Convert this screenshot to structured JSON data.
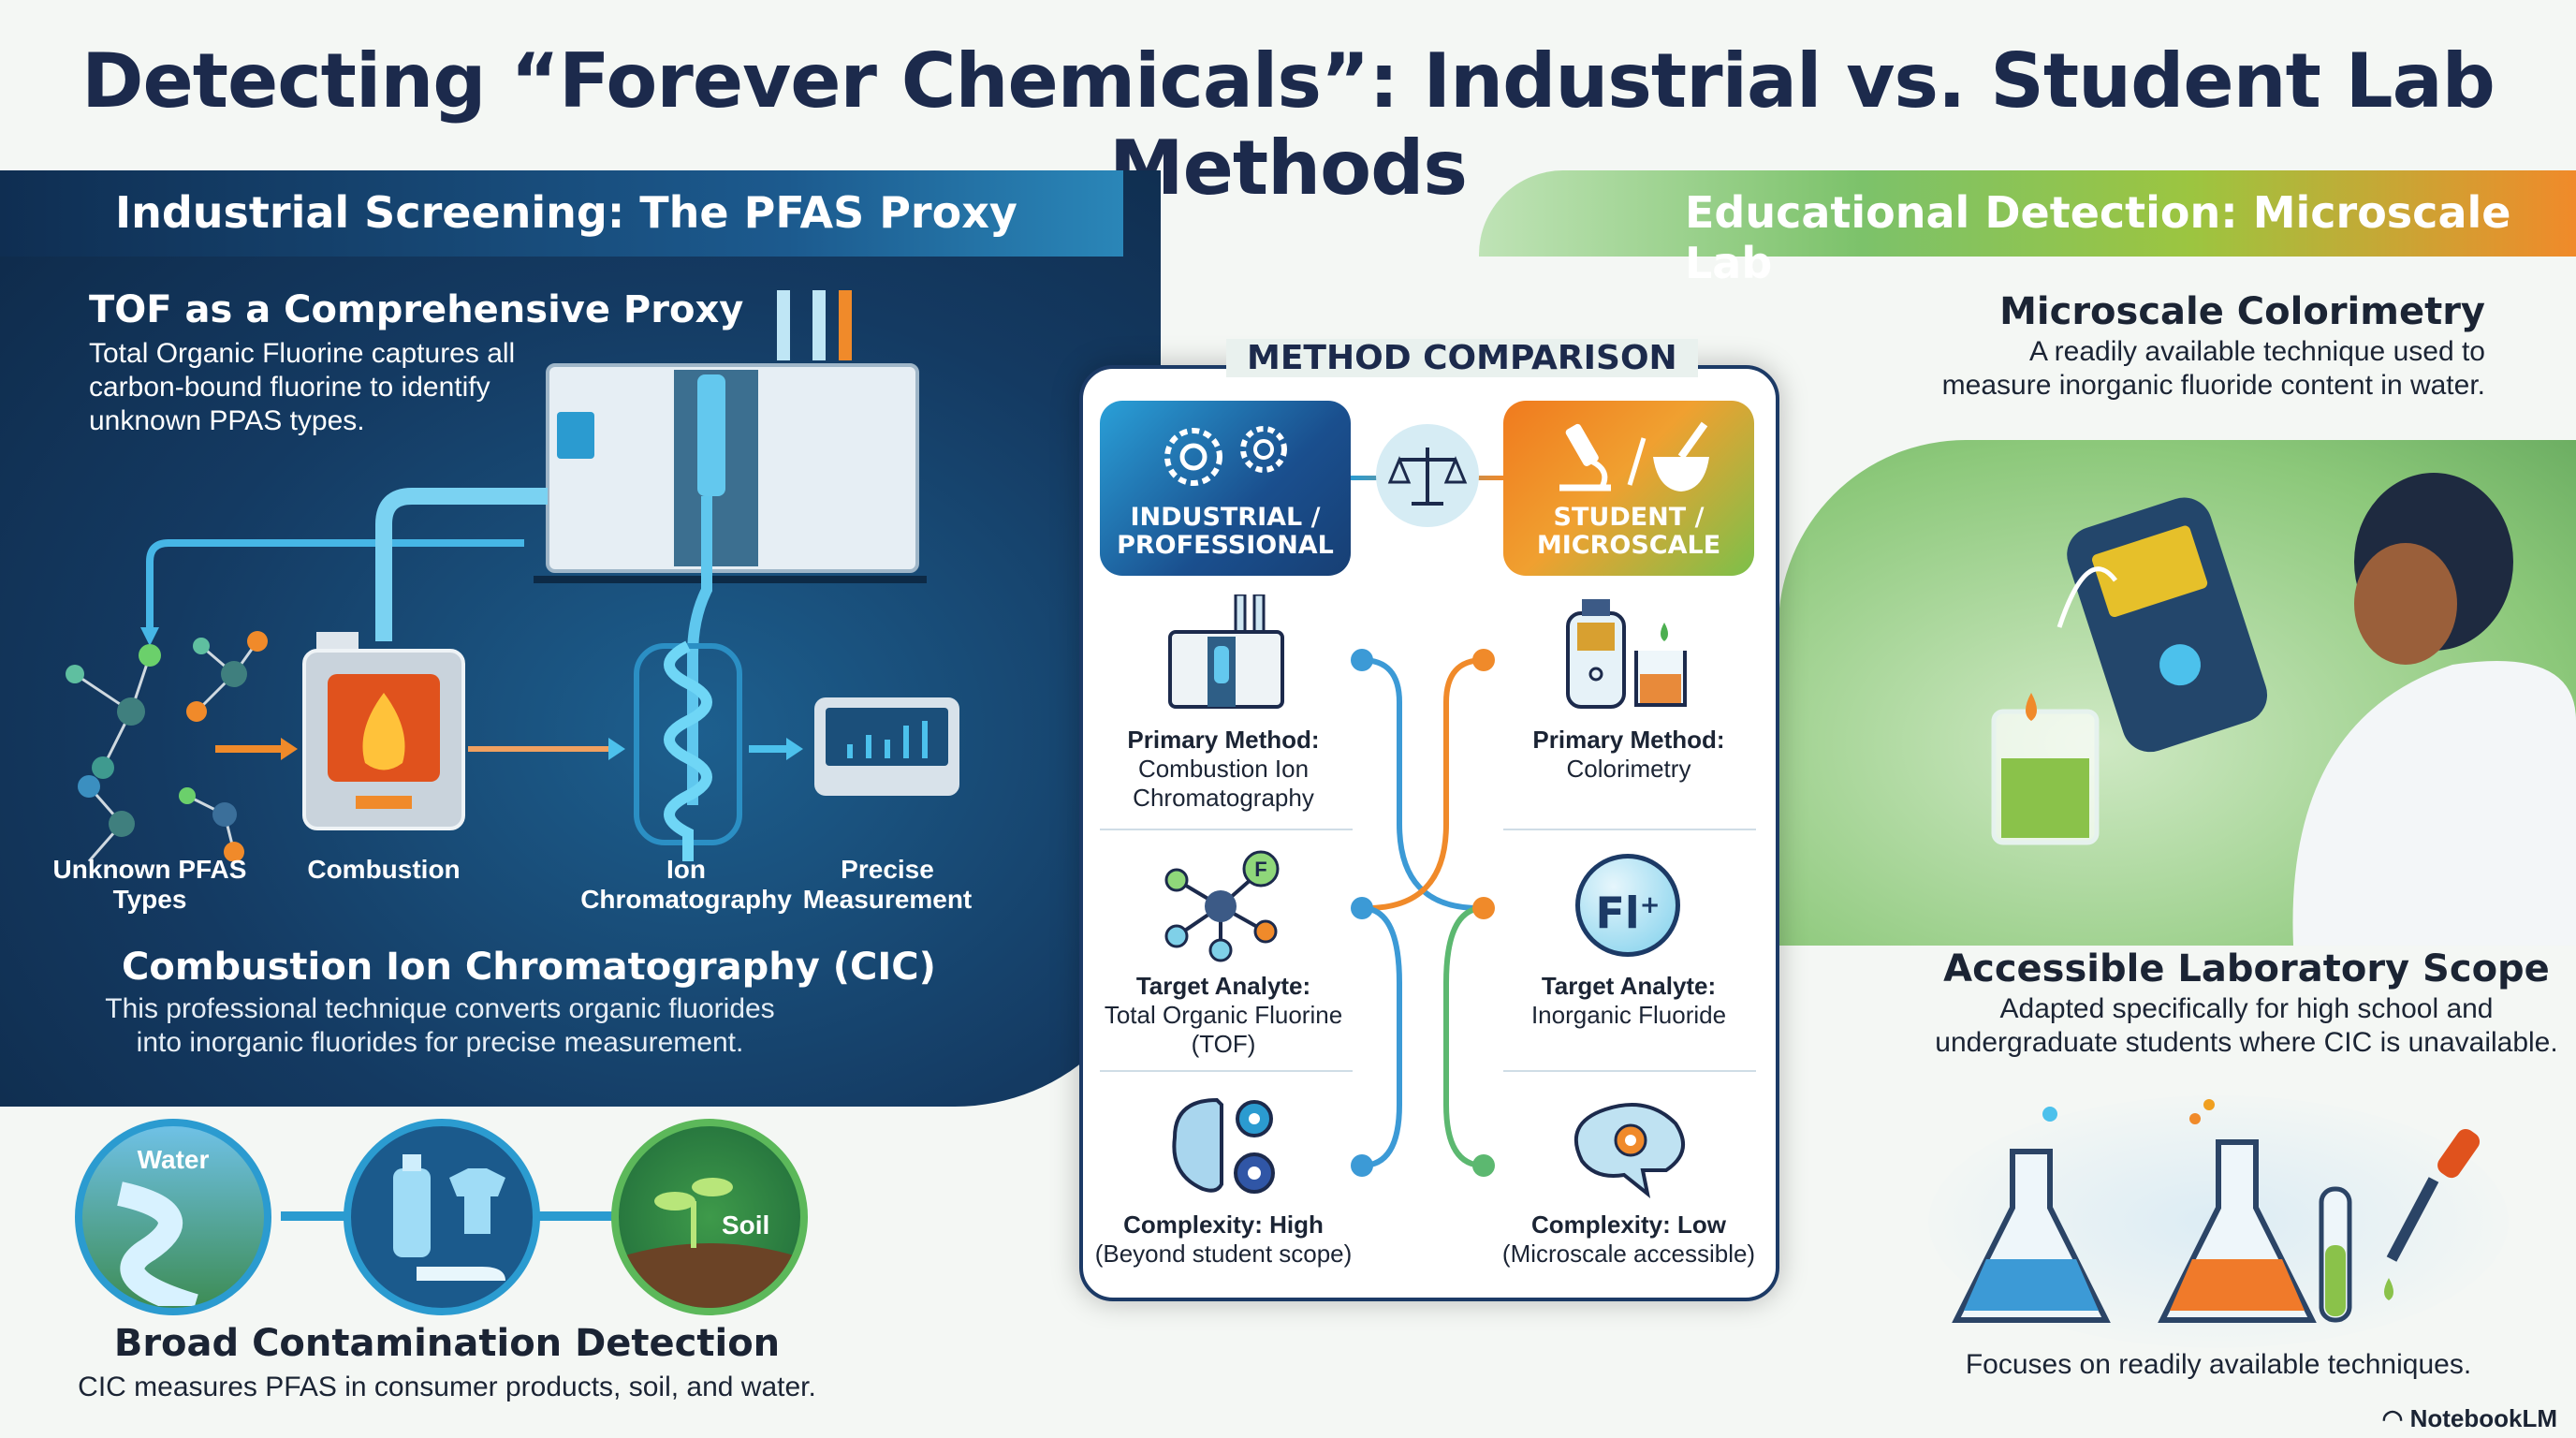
{
  "title": "Detecting “Forever Chemicals”: Industrial vs. Student Lab Methods",
  "left": {
    "band_title": "Industrial Screening: The PFAS Proxy",
    "tof": {
      "heading": "TOF as a Comprehensive Proxy",
      "body": [
        "Total Organic Fluorine captures all",
        "carbon-bound fluorine to identify",
        "unknown PPAS types."
      ]
    },
    "process": [
      "Unknown PFAS Types",
      "Combustion",
      "Ion Chromatography",
      "Precise Measurement"
    ],
    "cic": {
      "heading": "Combustion Ion Chromatography (CIC)",
      "body": [
        "This professional technique converts organic fluorides",
        "into inorganic fluorides for precise measurement."
      ]
    },
    "circles": {
      "water": "Water",
      "soil": "Soil"
    },
    "broad": {
      "heading": "Broad Contamination Detection",
      "body": "CIC measures PFAS in consumer products, soil, and water."
    }
  },
  "comparison": {
    "title": "METHOD COMPARISON",
    "industrial": {
      "header": [
        "INDUSTRIAL /",
        "PROFESSIONAL"
      ],
      "rows": [
        {
          "label": "Primary Method:",
          "value": [
            "Combustion Ion",
            "Chromatography"
          ]
        },
        {
          "label": "Target Analyte:",
          "value": [
            "Total Organic Fluorine",
            "(TOF)"
          ]
        },
        {
          "label": "Complexity: High",
          "value": [
            "(Beyond student scope)"
          ]
        }
      ]
    },
    "student": {
      "header": [
        "STUDENT /",
        "MICROSCALE"
      ],
      "rows": [
        {
          "label": "Primary Method:",
          "value": [
            "Colorimetry"
          ]
        },
        {
          "label": "Target Analyte:",
          "value": [
            "Inorganic Fluoride"
          ]
        },
        {
          "label": "Complexity: Low",
          "value": [
            "(Microscale accessible)"
          ]
        }
      ]
    },
    "ion_symbol": "Fl",
    "ion_charge": "+",
    "f_badge": "F"
  },
  "right": {
    "band_title": "Educational Detection: Microscale Lab",
    "colorimetry": {
      "heading": "Microscale Colorimetry",
      "body": [
        "A readily available technique used to",
        "measure inorganic fluoride content in water."
      ]
    },
    "scope": {
      "heading": "Accessible Laboratory Scope",
      "body": [
        "Adapted specifically for high school and",
        "undergraduate students where CIC is unavailable."
      ]
    },
    "caption": "Focuses on readily available techniques."
  },
  "brand": "NotebookLM",
  "colors": {
    "navy": "#1c2a4c",
    "blue": "#2b9bd0",
    "orange": "#f08a2a",
    "green": "#6cbf5a"
  }
}
